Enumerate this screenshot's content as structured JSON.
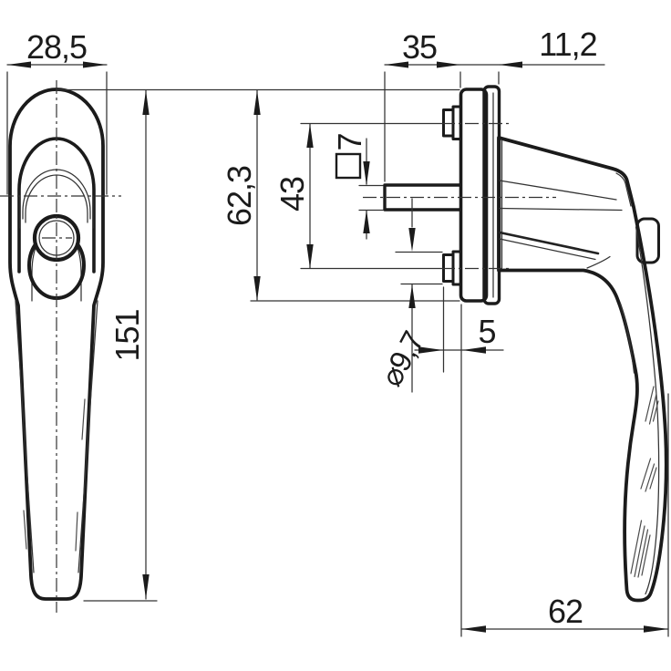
{
  "drawing": {
    "title": "window-handle-two-view-technical-drawing",
    "background_color": "#ffffff",
    "line_color": "#1b1b1b"
  },
  "dimensions": {
    "front_view_width": "28,5",
    "front_view_height": "151",
    "spindle_length": "35",
    "neck_offset": "11,2",
    "plate_height": "62,3",
    "screw_hole_spacing": "43",
    "spindle_square_size": "7",
    "screw_boss_diameter": "⌀9,7",
    "boss_protrusion": "5",
    "grip_depth": "62"
  }
}
